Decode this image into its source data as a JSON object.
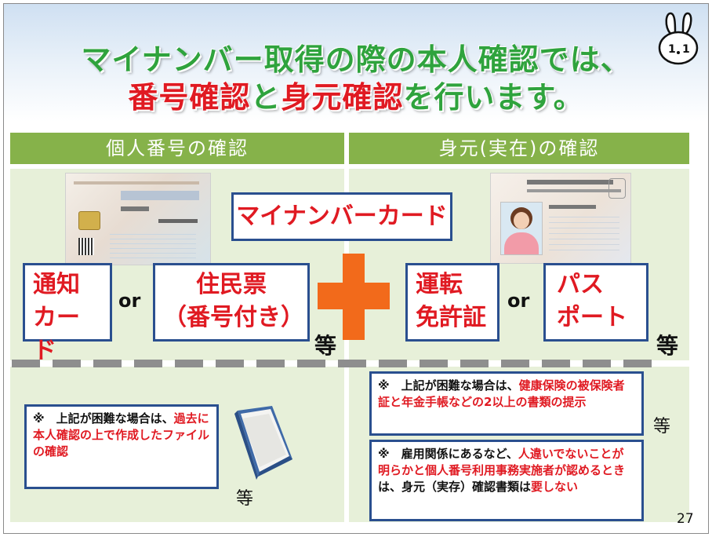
{
  "title": {
    "line1": "マイナンバー取得の際の本人確認では、",
    "line2_part1": "番号確認",
    "line2_part2": "と",
    "line2_part3": "身元確認",
    "line2_part4": "を行います。"
  },
  "sections": {
    "left_header": "個人番号の確認",
    "right_header": "身元(実在)の確認"
  },
  "center_label": "マイナンバーカード",
  "left_options": {
    "opt1_line1": "通知",
    "opt1_line2": "カード",
    "or": "or",
    "opt2_line1": "住民票",
    "opt2_line2": "（番号付き）",
    "etc": "等"
  },
  "right_options": {
    "opt1_line1": "運転",
    "opt1_line2": "免許証",
    "or": "or",
    "opt2_line1": "パス",
    "opt2_line2": "ポート",
    "etc": "等"
  },
  "notes": {
    "left_prefix": "※　上記が困難な場合は、",
    "left_red": "過去に本人確認の上で作成したファイルの確認",
    "left_etc": "等",
    "r1_prefix": "※　上記が困難な場合は、",
    "r1_red": "健康保険の被保険者証と年金手帳などの2以上の書類の提示",
    "r1_etc": "等",
    "r2_prefix": "※　雇用関係にあるなど、",
    "r2_red": "人違いでないことが明らかと個人番号利用事務実施者が認めるとき",
    "r2_mid": "は、身元（実存）確認書類は",
    "r2_red2": "要しない"
  },
  "page_number": "27",
  "colors": {
    "title_green": "#2fa33d",
    "accent_red": "#e01a22",
    "header_green": "#86b24a",
    "panel_bg": "#e7f0d9",
    "box_border": "#2a4f8f",
    "plus_orange": "#f26a1b"
  },
  "icons": [
    "rabbit-mascot-icon",
    "plus-icon",
    "book-icon",
    "my-number-card-front-image",
    "my-number-card-back-image"
  ]
}
